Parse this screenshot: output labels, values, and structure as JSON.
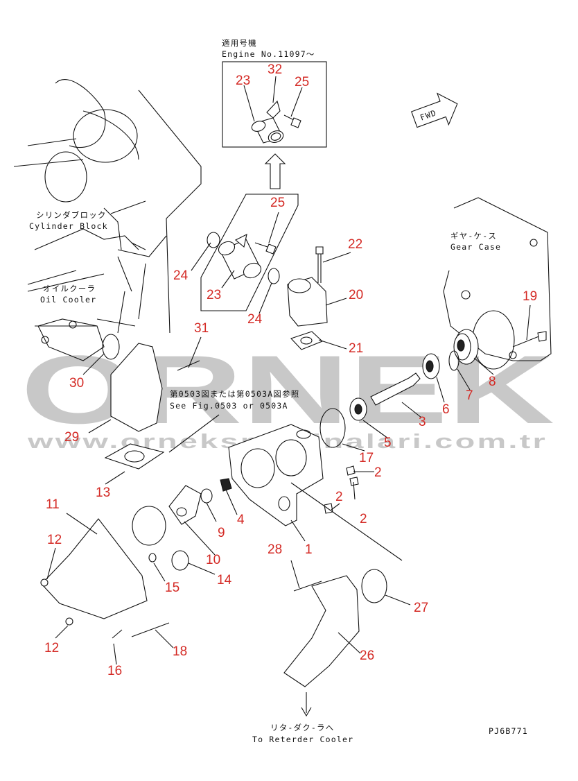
{
  "inset": {
    "title_jp": "適用号機",
    "title_en": "Engine No.11097～",
    "parts": [
      "23",
      "32",
      "25"
    ]
  },
  "fwd_label": "FWD",
  "labels": {
    "cylinder_block_jp": "シリンダブロック",
    "cylinder_block_en": "Cylinder Block",
    "oil_cooler_jp": "オイルクーラ",
    "oil_cooler_en": "Oil Cooler",
    "gear_case_jp": "ギヤ-ケ-ス",
    "gear_case_en": "Gear Case",
    "see_fig_jp": "第0503図または第0503A図参照",
    "see_fig_en": "See Fig.0503  or  0503A",
    "retarder_jp": "リタ-ダク-ラへ",
    "retarder_en": "To Reterder Cooler",
    "drawing_code": "PJ6B771"
  },
  "callouts": [
    "25",
    "24",
    "23",
    "24",
    "22",
    "20",
    "21",
    "19",
    "31",
    "30",
    "8",
    "7",
    "6",
    "3",
    "5",
    "17",
    "29",
    "2",
    "2",
    "2",
    "13",
    "4",
    "9",
    "11",
    "12",
    "1",
    "10",
    "15",
    "14",
    "28",
    "27",
    "26",
    "12",
    "18",
    "16"
  ],
  "watermark": {
    "brand": "ORNEK",
    "url": "www.orneksmakinalari.com.tr"
  },
  "colors": {
    "callout": "#d42a25",
    "line": "#111111",
    "watermark": "#9a9a9a"
  }
}
